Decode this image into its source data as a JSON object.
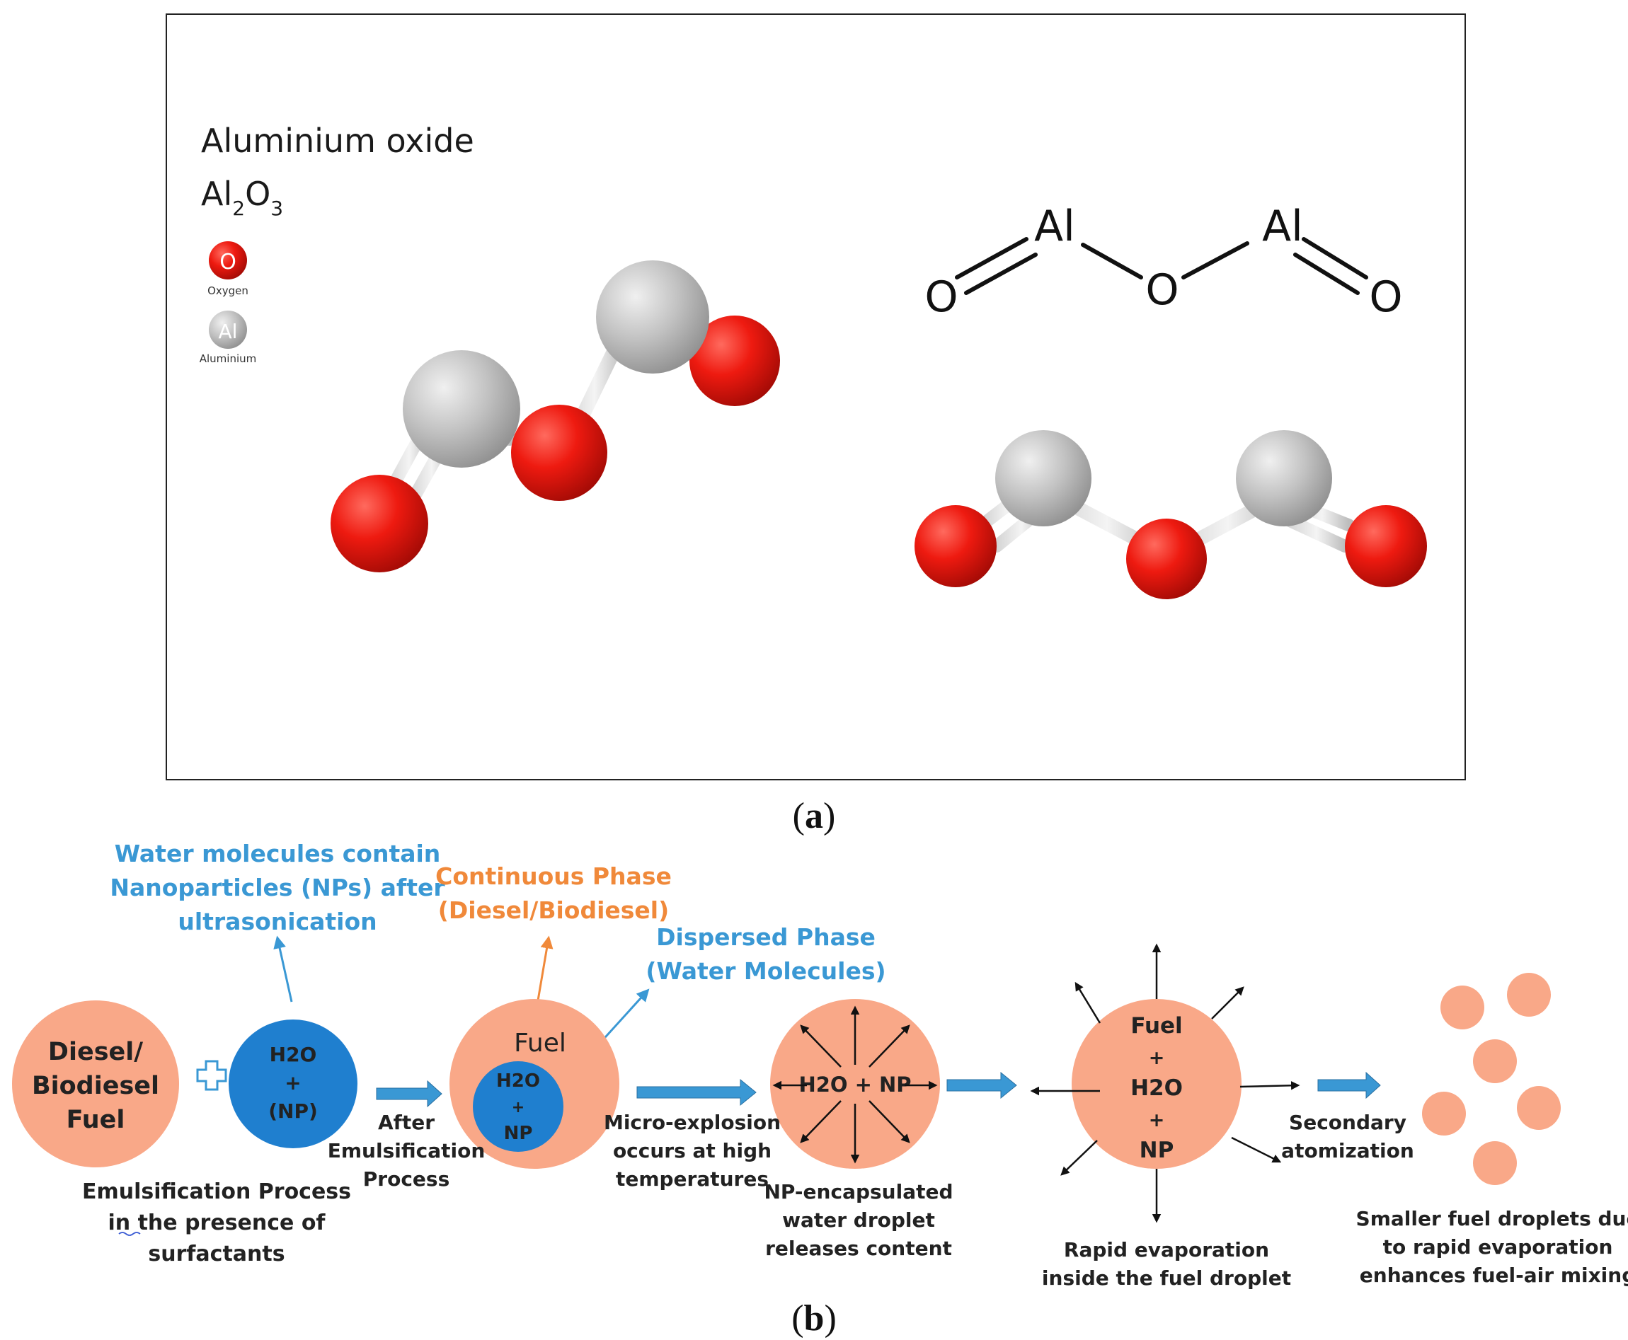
{
  "panel_a": {
    "title": "Aluminium oxide",
    "formula": {
      "el1": "Al",
      "sub1": "2",
      "el2": "O",
      "sub2": "3"
    },
    "legend": [
      {
        "symbol": "O",
        "label": "Oxygen",
        "color": "#e0140c"
      },
      {
        "symbol": "Al",
        "label": "Aluminium",
        "color": "#a9a9a9"
      }
    ],
    "structure_atoms": [
      "O",
      "Al",
      "O",
      "Al",
      "O"
    ],
    "caption": {
      "open": "(",
      "letter": "a",
      "close": ")"
    }
  },
  "panel_b": {
    "colors": {
      "blue": "#3a98d4",
      "orange": "#f0893a",
      "peach": "#f9a888",
      "circle_blue": "#1f7fcf"
    },
    "labels": {
      "water_np_1": "Water molecules contain",
      "water_np_2": "Nanoparticles (NPs) after",
      "water_np_3": "ultrasonication",
      "continuous_1": "Continuous Phase",
      "continuous_2": "(Diesel/Biodiesel)",
      "dispersed_1": "Dispersed Phase",
      "dispersed_2": "(Water Molecules)"
    },
    "diesel": {
      "line1": "Diesel/",
      "line2": "Biodiesel",
      "line3": "Fuel"
    },
    "h2o_np_circle": {
      "line1": "H2O",
      "line2": "+",
      "line3": "(NP)"
    },
    "emulsion": {
      "fuel": "Fuel",
      "h2o": "H2O",
      "plus": "+",
      "np": "NP"
    },
    "explosion_label": "H2O + NP",
    "evap_circle": {
      "line1": "Fuel",
      "line2": "+",
      "line3": "H2O",
      "line4": "+",
      "line5": "NP"
    },
    "captions": {
      "emulsification_1": "Emulsification Process",
      "emulsification_2_prefix": "in",
      "emulsification_2_rest": " the presence of",
      "emulsification_3": "surfactants",
      "after_1": "After",
      "after_2": "Emulsification",
      "after_3": "Process",
      "micro_1": "Micro-explosion",
      "micro_2": "occurs at high",
      "micro_3": "temperatures",
      "np_enc_1": "NP-encapsulated",
      "np_enc_2": "water droplet",
      "np_enc_3": "releases content",
      "rapid_1": "Rapid evaporation",
      "rapid_2": "inside the fuel droplet",
      "secondary_1": "Secondary",
      "secondary_2": "atomization",
      "smaller_1": "Smaller fuel droplets due",
      "smaller_2": "to rapid evaporation",
      "smaller_3": "enhances fuel-air mixing"
    },
    "caption": {
      "open": "(",
      "letter": "b",
      "close": ")"
    }
  }
}
